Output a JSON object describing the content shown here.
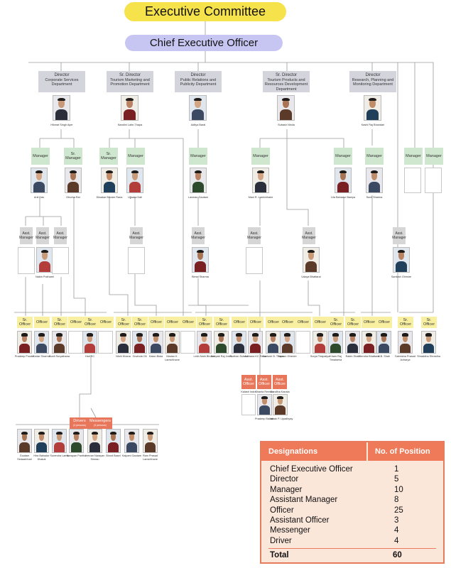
{
  "header": {
    "executive_committee": "Executive Committee",
    "ceo": "Chief Executive Officer"
  },
  "departments": [
    {
      "title": "Director",
      "subtitle": "Corporate Services Department",
      "head": "Hikmat Singh Ayer"
    },
    {
      "title": "Sr. Director",
      "subtitle": "Tourism Marketing and Promotion Department",
      "head": "Nandini Lahe-Thapa"
    },
    {
      "title": "Director",
      "subtitle": "Public Relations and Publicity Department",
      "head": "Aditya Baral"
    },
    {
      "title": "Sr. Director",
      "subtitle": "Tourism Products and Resources Development Department",
      "head": "Subash Nirola"
    },
    {
      "title": "Director",
      "subtitle": "Research, Planning and Monitoring Department",
      "head": "Kashi Raj Bhandari"
    }
  ],
  "managers": [
    {
      "label": "Manager",
      "name": "Anil Das"
    },
    {
      "label": "Sr. Manager",
      "name": "Dhurba Rai"
    },
    {
      "label": "Sr. Manager",
      "name": "Diwakar Bikram Rana"
    },
    {
      "label": "Manager",
      "name": "Ujjwala Dali"
    },
    {
      "label": "Manager",
      "name": "Laxman Gautam"
    },
    {
      "label": "Manager",
      "name": "Mani R. Lamichhane"
    },
    {
      "label": "Manager",
      "name": "Lila Bahadur Baniya"
    },
    {
      "label": "Manager",
      "name": "Sunil Sharma"
    },
    {
      "label": "Manager",
      "name": ""
    },
    {
      "label": "Manager",
      "name": ""
    }
  ],
  "asst_managers": [
    {
      "label": "Asst. Manager",
      "name": ""
    },
    {
      "label": "Asst. Manager",
      "name": "Nabin Pokharel"
    },
    {
      "label": "Asst. Manager",
      "name": ""
    },
    {
      "label": "Asst. Manager",
      "name": ""
    },
    {
      "label": "Asst. Manager",
      "name": "Bimal Sharma"
    },
    {
      "label": "Asst. Manager",
      "name": ""
    },
    {
      "label": "Asst. Manager",
      "name": "Udaya Bhattarai"
    },
    {
      "label": "Asst. Manager",
      "name": "Santosh Ghimire"
    }
  ],
  "officers": [
    {
      "label": "Sr. Officer",
      "name": "Pradeep Poudel"
    },
    {
      "label": "Officer",
      "name": "Kedar Sharma"
    },
    {
      "label": "Sr. Officer",
      "name": "Sunil Suryathana"
    },
    {
      "label": "Officer",
      "name": ""
    },
    {
      "label": "Sr. Officer",
      "name": "Hari KC"
    },
    {
      "label": "Officer",
      "name": ""
    },
    {
      "label": "Sr. Officer",
      "name": "Nishi Khana"
    },
    {
      "label": "Sr. Officer",
      "name": "Govinda Oli"
    },
    {
      "label": "Officer",
      "name": "Kalan Bista"
    },
    {
      "label": "Officer",
      "name": "Madan K. Lamichhane"
    },
    {
      "label": "Officer",
      "name": ""
    },
    {
      "label": "Sr. Officer",
      "name": "Lekh Nath Bhusal"
    },
    {
      "label": "Sr. Officer",
      "name": "Deepak Raj Joshi"
    },
    {
      "label": "Officer",
      "name": "Sudhan Subedi"
    },
    {
      "label": "Officer",
      "name": "Archana KC Rana"
    },
    {
      "label": "Officer",
      "name": "Santosh B. Thapa"
    },
    {
      "label": "Officer",
      "name": "Sumon Ghimire"
    },
    {
      "label": "Officer",
      "name": ""
    },
    {
      "label": "Officer",
      "name": "Surya Thapaliya"
    },
    {
      "label": "Sr. Officer",
      "name": "Kham Raj Timalsena"
    },
    {
      "label": "Sr. Officer",
      "name": "Rabin Shah"
    },
    {
      "label": "Officer",
      "name": "Jitendra Bhattarai"
    },
    {
      "label": "Officer",
      "name": "H.B. Shah"
    },
    {
      "label": "Sr. Officer",
      "name": "Sabnisha Prasad Acharya"
    },
    {
      "label": "Sr. Officer",
      "name": "Shraddha Shrestha"
    }
  ],
  "asst_officers": [
    {
      "label": "Asst. Officer",
      "name": "Pradeep Bairali"
    },
    {
      "label": "Asst. Officer",
      "name": "Janak P. Upadhyay"
    },
    {
      "label": "Asst. Officer",
      "name": ""
    }
  ],
  "asst_officer_sub": [
    "Kalash Indra",
    "Shanta Reman",
    "Gandiha Kanala"
  ],
  "drivers": {
    "label": "Drivers",
    "sub": "(4 persons)"
  },
  "messengers": {
    "label": "Messengers",
    "sub": "(4 persons)"
  },
  "support_staff": [
    "Goutam Sedaarbhari",
    "Hira Bahadur Dhakal",
    "Surendra Lama",
    "Narayan Pantha",
    "Jeevan Narayan Simrau",
    "Binod Basel",
    "Kalpani Gautam",
    "Ram Prasad Lamichhane"
  ],
  "summary_table": {
    "header_designation": "Designations",
    "header_count": "No. of Position",
    "rows": [
      {
        "designation": "Chief Executive Officer",
        "count": "1"
      },
      {
        "designation": "Director",
        "count": "5"
      },
      {
        "designation": "Manager",
        "count": "10"
      },
      {
        "designation": "Assistant Manager",
        "count": "8"
      },
      {
        "designation": "Officer",
        "count": "25"
      },
      {
        "designation": "Assistant Officer",
        "count": "3"
      },
      {
        "designation": "Messenger",
        "count": "4"
      },
      {
        "designation": "Driver",
        "count": "4"
      }
    ],
    "total_label": "Total",
    "total_value": "60"
  }
}
